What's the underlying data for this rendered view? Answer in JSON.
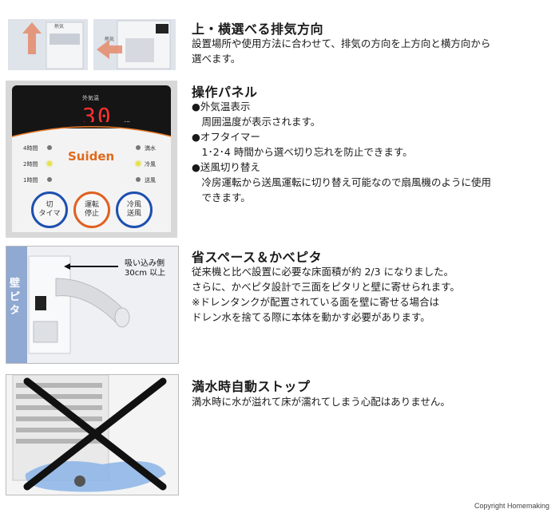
{
  "sections": [
    {
      "title": "上・横選べる排気方向",
      "body": "設置場所や使用方法に合わせて、排気の方向を上方向と横方向から\n選べます。"
    },
    {
      "title": "操作パネル",
      "body": "●外気温表示\n　周囲温度が表示されます。\n●オフタイマー\n　1･2･4 時間から選べ切り忘れを防止できます。\n●送風切り替え\n　冷房運転から送風運転に切り替え可能なので扇風機のように使用\n　できます。"
    },
    {
      "title": "省スペース＆かべピタ",
      "body": "従来機と比べ設置に必要な床面積が約 2/3 になりました。\nさらに、かべピタ設計で三面をピタリと壁に寄せられます。\n※ドレンタンクが配置されている面を壁に寄せる場合は\nドレン水を捨てる際に本体を動かす必要があります。"
    },
    {
      "title": "満水時自動ストップ",
      "body": "満水時に水が溢れて床が濡れてしまう心配はありません。"
    }
  ],
  "photo1": {
    "label_left": "熱気",
    "label_right": "熱気"
  },
  "panel": {
    "outside_temp_label": "外気温",
    "temperature": "30",
    "unit": "℃",
    "brand": "Suiden",
    "timer_labels": [
      "4時間",
      "2時間",
      "1時間"
    ],
    "mode_labels": [
      "満水",
      "冷風",
      "送風"
    ],
    "buttons": [
      {
        "label": "切\nタイマ",
        "color": "#1d4fb0"
      },
      {
        "label": "運転\n停止",
        "color": "#e06020"
      },
      {
        "label": "冷風\n送風",
        "color": "#1d4fb0"
      }
    ]
  },
  "photo3": {
    "wall_label": "壁\nピ\nタ",
    "callout": "吸い込み側\n30cm 以上"
  },
  "copyright": "Copyright Homemaking"
}
